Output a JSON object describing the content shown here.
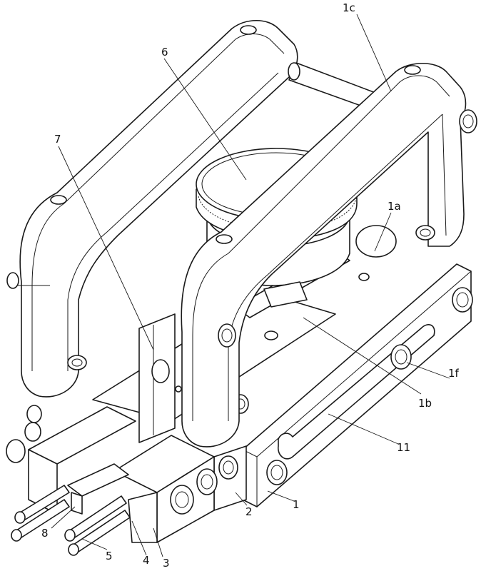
{
  "labels": {
    "l1": "1",
    "l1a": "1a",
    "l1b": "1b",
    "l1c": "1c",
    "l1f": "1f",
    "l2": "2",
    "l3": "3",
    "l4": "4",
    "l5": "5",
    "l6": "6",
    "l7": "7",
    "l8": "8",
    "l11": "11"
  }
}
